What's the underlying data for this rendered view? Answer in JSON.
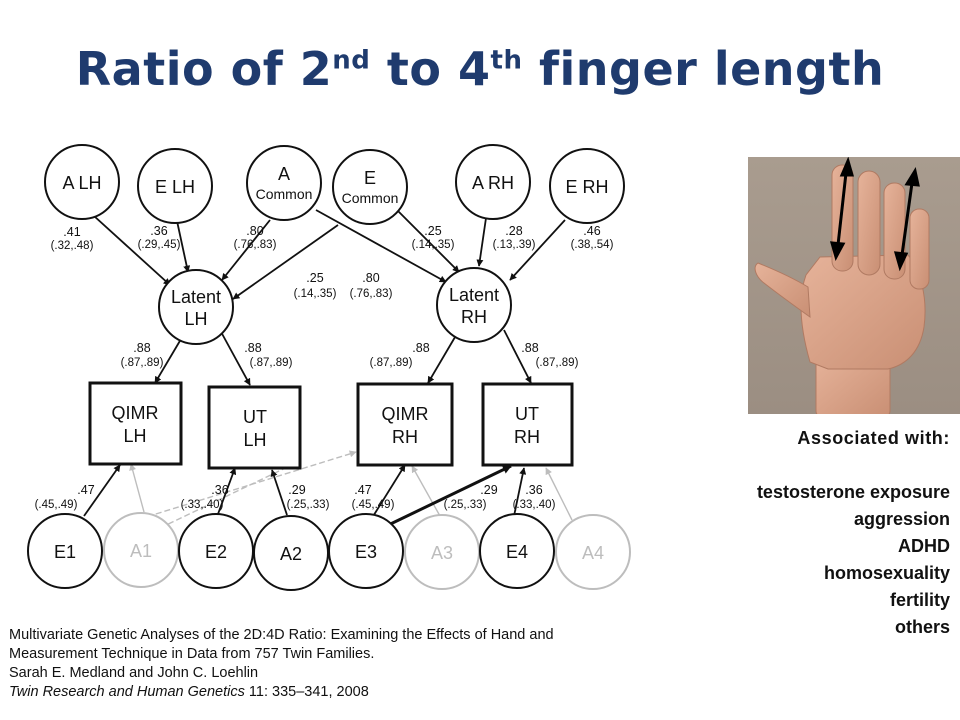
{
  "title": {
    "part1": "Ratio of 2",
    "sup1": "nd",
    "part2": " to 4",
    "sup2": "th",
    "part3": " finger length"
  },
  "diagram": {
    "nodes": {
      "a_lh": [
        "A LH"
      ],
      "e_lh": [
        "E LH"
      ],
      "a_common": [
        "A",
        "Common"
      ],
      "e_common": [
        "E",
        "Common"
      ],
      "a_rh": [
        "A RH"
      ],
      "e_rh": [
        "E RH"
      ],
      "latent_lh": [
        "Latent",
        "LH"
      ],
      "latent_rh": [
        "Latent",
        "RH"
      ],
      "qimr_lh": [
        "QIMR",
        "LH"
      ],
      "ut_lh": [
        "UT",
        "LH"
      ],
      "qimr_rh": [
        "QIMR",
        "RH"
      ],
      "ut_rh": [
        "UT",
        "RH"
      ],
      "e1": [
        "E1"
      ],
      "a1": [
        "A1"
      ],
      "e2": [
        "E2"
      ],
      "a2": [
        "A2"
      ],
      "e3": [
        "E3"
      ],
      "a3": [
        "A3"
      ],
      "e4": [
        "E4"
      ],
      "a4": [
        "A4"
      ]
    },
    "paths": {
      "a_lh": [
        ".41",
        "(.32,.48)"
      ],
      "e_lh": [
        ".36",
        "(.29,.45)"
      ],
      "a_common_lh": [
        ".80",
        "(.76,.83)"
      ],
      "e_common_rh": [
        ".25",
        "(.14,.35)"
      ],
      "a_rh": [
        ".28",
        "(.13,.39)"
      ],
      "e_rh": [
        ".46",
        "(.38,.54)"
      ],
      "e_common_lh": [
        ".25",
        "(.14,.35)"
      ],
      "a_common_rh": [
        ".80",
        "(.76,.83)"
      ],
      "latent_lh_qimr": [
        ".88",
        "(.87,.89)"
      ],
      "latent_lh_ut": [
        ".88",
        "(.87,.89)"
      ],
      "latent_rh_qimr": [
        ".88",
        "(.87,.89)"
      ],
      "latent_rh_ut": [
        ".88",
        "(.87,.89)"
      ],
      "e1": [
        ".47",
        "(.45,.49)"
      ],
      "e2": [
        ".36",
        "(.33,.40)"
      ],
      "a2": [
        ".29",
        "(.25,.33)"
      ],
      "e3": [
        ".47",
        "(.45,.49)"
      ],
      "a3": [
        ".29",
        "(.25,.33)"
      ],
      "e4": [
        ".36",
        "(.33,.40)"
      ]
    }
  },
  "hand_icon": "hand-with-finger-length-arrows",
  "associated": {
    "heading": "Associated with:",
    "items": [
      "testosterone exposure",
      "aggression",
      "ADHD",
      "homosexuality",
      "fertility",
      "others"
    ]
  },
  "citation": {
    "line1": "Multivariate Genetic Analyses of the 2D:4D Ratio: Examining the Effects of Hand and",
    "line2": "Measurement Technique in Data from 757 Twin Families.",
    "line3": "Sarah E. Medland and John C. Loehlin",
    "journal_name": "Twin Research and Human Genetics",
    "journal_ref": " 11: 335–341, 2008"
  },
  "colors": {
    "title": "#1f3b6e",
    "faded": "#bdbdbd"
  }
}
